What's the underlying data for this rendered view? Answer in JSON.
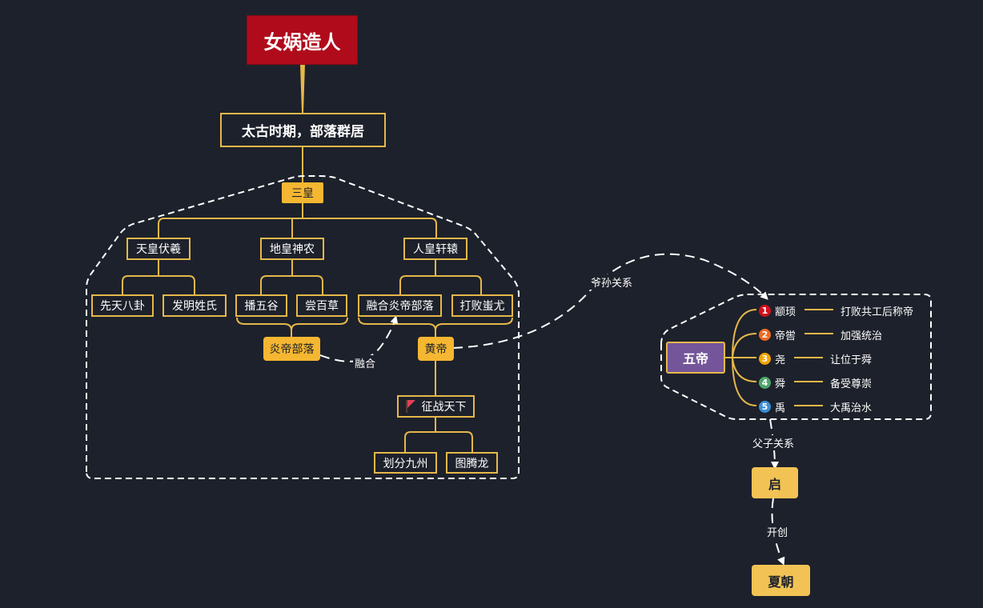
{
  "root": {
    "label": "女娲造人"
  },
  "main_topic": {
    "label": "太古时期，部落群居"
  },
  "three_sovereigns": {
    "label": "三皇",
    "children": [
      {
        "label": "天皇伏羲",
        "children": [
          "先天八卦",
          "发明姓氏"
        ]
      },
      {
        "label": "地皇神农",
        "children": [
          "播五谷",
          "尝百草"
        ],
        "summary": "炎帝部落"
      },
      {
        "label": "人皇轩辕",
        "children": [
          "融合炎帝部落",
          "打败蚩尤"
        ],
        "summary": "黄帝"
      }
    ],
    "huangdi_child": {
      "label": "征战天下",
      "icon": "flag-icon",
      "children": [
        "划分九州",
        "图腾龙"
      ]
    }
  },
  "relations": {
    "merge": "融合",
    "grandfather_grandson": "爷孙关系",
    "father_son": "父子关系",
    "founded": "开创"
  },
  "five_emperors": {
    "label": "五帝",
    "items": [
      {
        "num": "1",
        "name": "颛顼",
        "desc": "打败共工后称帝",
        "color": "#d0101e"
      },
      {
        "num": "2",
        "name": "帝喾",
        "desc": "加强统治",
        "color": "#ef6b22"
      },
      {
        "num": "3",
        "name": "尧",
        "desc": "让位于舜",
        "color": "#f2a400"
      },
      {
        "num": "4",
        "name": "舜",
        "desc": "备受尊崇",
        "color": "#4ea66a"
      },
      {
        "num": "5",
        "name": "禹",
        "desc": "大禹治水",
        "color": "#3a8ed6"
      }
    ]
  },
  "qi": {
    "label": "启"
  },
  "xia": {
    "label": "夏朝"
  },
  "colors": {
    "background": "#1d212b",
    "accent": "#e6b84a",
    "root": "#b00b1b",
    "purple": "#74559a"
  }
}
